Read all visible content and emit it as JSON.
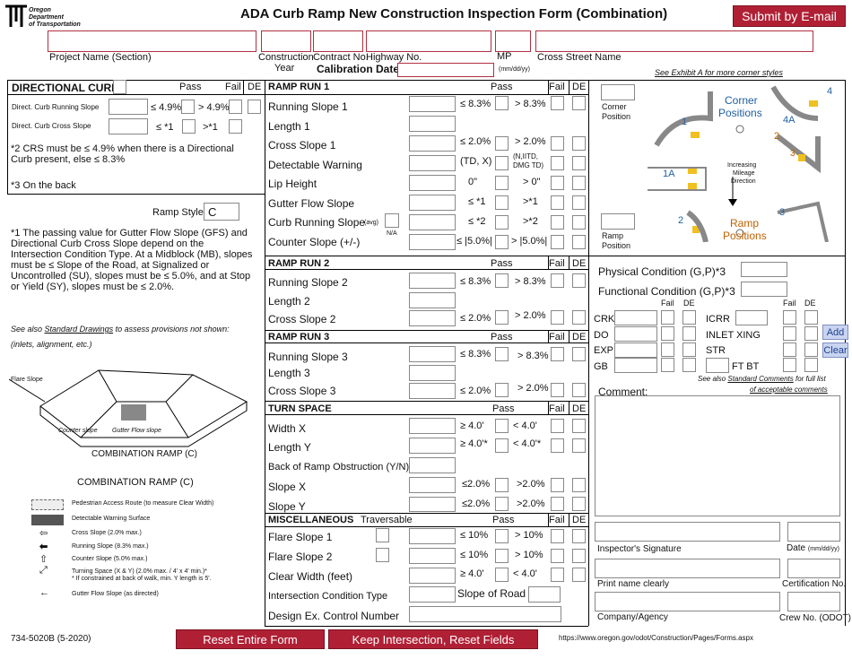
{
  "header": {
    "agency": [
      "Oregon",
      "Department",
      "of Transportation"
    ],
    "title": "ADA Curb Ramp New Construction Inspection Form (Combination)",
    "submit": "Submit by E-mail"
  },
  "top": {
    "project": "Project Name (Section)",
    "cyear": [
      "Construction",
      "Year"
    ],
    "contract": "Contract No.",
    "highway": "Highway No.",
    "mp": "MP",
    "cross": "Cross Street Name",
    "caldate": "Calibration Date",
    "datefmt": "(mm/dd/yy)",
    "exhibit": "See Exhibit A for more corner styles"
  },
  "cols": {
    "pass": "Pass",
    "fail": "Fail",
    "de": "DE"
  },
  "dc": {
    "title": "DIRECTIONAL CURB",
    "run": "Direct. Curb Running Slope",
    "run_p": "≤ 4.9%",
    "run_f": "> 4.9%",
    "cross": "Direct. Curb Cross Slope",
    "cross_p": "≤ *1",
    "cross_f": ">*1",
    "note2": "*2 CRS must be ≤ 4.9% when there is a Directional Curb present, else ≤ 8.3%",
    "note3": "*3 On the back",
    "rampstyle": "Ramp Style",
    "rampval": "C",
    "note1": "*1 The passing value for Gutter Flow Slope (GFS) and Directional Curb Cross Slope depend on the Intersection Condition Type.  At a Midblock (MB), slopes must be ≤ Slope of the Road, at Signalized or Uncontrolled (SU), slopes must be ≤ 5.0%, and at Stop or Yield (SY), slopes must be ≤ 2.0%.",
    "seealso": "See also",
    "stddraw": "Standard Drawings",
    "seealso2": "to assess provisions not shown:",
    "inlets": "(inlets, alignment, etc.)"
  },
  "fig": {
    "flare": "Flare Slope",
    "counter": "Counter slope",
    "gutter": "Gutter Flow slope",
    "caption": "COMBINATION RAMP (C)"
  },
  "legend": {
    "title": "COMBINATION RAMP (C)",
    "items": [
      "Pedestrian Access Route (to measure Clear Width)",
      "Detectable Warning Surface",
      "Cross Slope (2.0% max.)",
      "Running Slope (8.3% max.)",
      "Counter Slope (5.0% max.)",
      "Turning Space (X & Y) (2.0% max. / 4' x 4' min.)*",
      "* If constrained at back of walk, min. Y length is 5'.",
      "Gutter Flow Slope (as directed)"
    ]
  },
  "rr1": {
    "title": "RAMP RUN 1",
    "rows": [
      {
        "l": "Running Slope 1",
        "p": "≤ 8.3%",
        "f": "> 8.3%"
      },
      {
        "l": "Length 1",
        "p": "",
        "f": ""
      },
      {
        "l": "Cross Slope 1",
        "p": "≤ 2.0%",
        "f": "> 2.0%"
      },
      {
        "l": "Detectable Warning",
        "p": "(TD, X)",
        "f": "(N,IITD, DMG TD)"
      },
      {
        "l": "Lip Height",
        "p": "0\"",
        "f": "> 0\""
      },
      {
        "l": "Gutter Flow Slope",
        "p": "≤ *1",
        "f": ">*1"
      },
      {
        "l": "Curb Running Slope",
        "p": "≤ *2",
        "f": ">*2"
      },
      {
        "l": "Counter Slope (+/-)",
        "p": "≤ |5.0%|",
        "f": "> |5.0%|"
      }
    ],
    "avg": "(avg)",
    "na": "N/A"
  },
  "rr2": {
    "title": "RAMP RUN 2",
    "rows": [
      {
        "l": "Running Slope 2",
        "p": "≤ 8.3%",
        "f": "> 8.3%"
      },
      {
        "l": "Length 2",
        "p": "",
        "f": ""
      },
      {
        "l": "Cross Slope 2",
        "p": "≤ 2.0%",
        "f": "> 2.0%"
      }
    ]
  },
  "rr3": {
    "title": "RAMP RUN 3",
    "rows": [
      {
        "l": "Running Slope 3",
        "p": "≤ 8.3%",
        "f": "> 8.3%"
      },
      {
        "l": "Length 3",
        "p": "",
        "f": ""
      },
      {
        "l": "Cross Slope 3",
        "p": "≤ 2.0%",
        "f": "> 2.0%"
      }
    ]
  },
  "ts": {
    "title": "TURN SPACE",
    "rows": [
      {
        "l": "Width X",
        "p": "≥ 4.0'",
        "f": "< 4.0'"
      },
      {
        "l": "Length Y",
        "p": "≥ 4.0'*",
        "f": "< 4.0'*"
      },
      {
        "l": "Back of Ramp Obstruction (Y/N)",
        "p": "",
        "f": ""
      },
      {
        "l": "Slope X",
        "p": "≤2.0%",
        "f": ">2.0%"
      },
      {
        "l": "Slope Y",
        "p": "≤2.0%",
        "f": ">2.0%"
      }
    ]
  },
  "misc": {
    "title": "MISCELLANEOUS",
    "trav": "Traversable",
    "rows": [
      {
        "l": "Flare Slope 1",
        "p": "≤ 10%",
        "f": "> 10%"
      },
      {
        "l": "Flare Slope 2",
        "p": "≤ 10%",
        "f": "> 10%"
      },
      {
        "l": "Clear Width (feet)",
        "p": "≥ 4.0'",
        "f": "< 4.0'"
      }
    ],
    "ict": "Intersection Condition Type",
    "sor": "Slope of Road",
    "dec": "Design Ex. Control Number"
  },
  "corner": {
    "cp": [
      "Corner",
      "Position"
    ],
    "cps": [
      "Corner",
      "Positions"
    ],
    "inc": [
      "Increasing",
      "Mileage",
      "Direction"
    ],
    "rp": [
      "Ramp",
      "Position"
    ],
    "rps": [
      "Ramp",
      "Positions"
    ],
    "n1": "1",
    "n1a": "1A",
    "n2": "2",
    "n3": "3",
    "n4": "4",
    "n4a": "4A"
  },
  "cond": {
    "phys": "Physical Condition (G,P)*3",
    "func": "Functional Condition (G,P)*3",
    "left": [
      "CRK",
      "DO",
      "EXP",
      "GB"
    ],
    "right": [
      "ICRR",
      "INLET XING",
      "STR",
      "FT BT"
    ],
    "add": "Add",
    "clear": "Clear",
    "see": "See also",
    "stdc": "Standard Comments",
    "forfull": "for full list",
    "accept": "of acceptable comments",
    "comment": "Comment:"
  },
  "sig": {
    "insp": "Inspector's Signature",
    "date": "Date",
    "datefmt": "(mm/dd/yy)",
    "print": "Print name clearly",
    "cert": "Certification No.",
    "company": "Company/Agency",
    "crew": "Crew No. (ODOT)"
  },
  "footer": {
    "form": "734-5020B (5-2020)",
    "reset": "Reset Entire Form",
    "keep": "Keep Intersection, Reset Fields",
    "url": "https://www.oregon.gov/odot/Construction/Pages/Forms.aspx"
  },
  "colors": {
    "red": "#b02035",
    "blue": "#2060a0",
    "yellow": "#f0c020"
  }
}
